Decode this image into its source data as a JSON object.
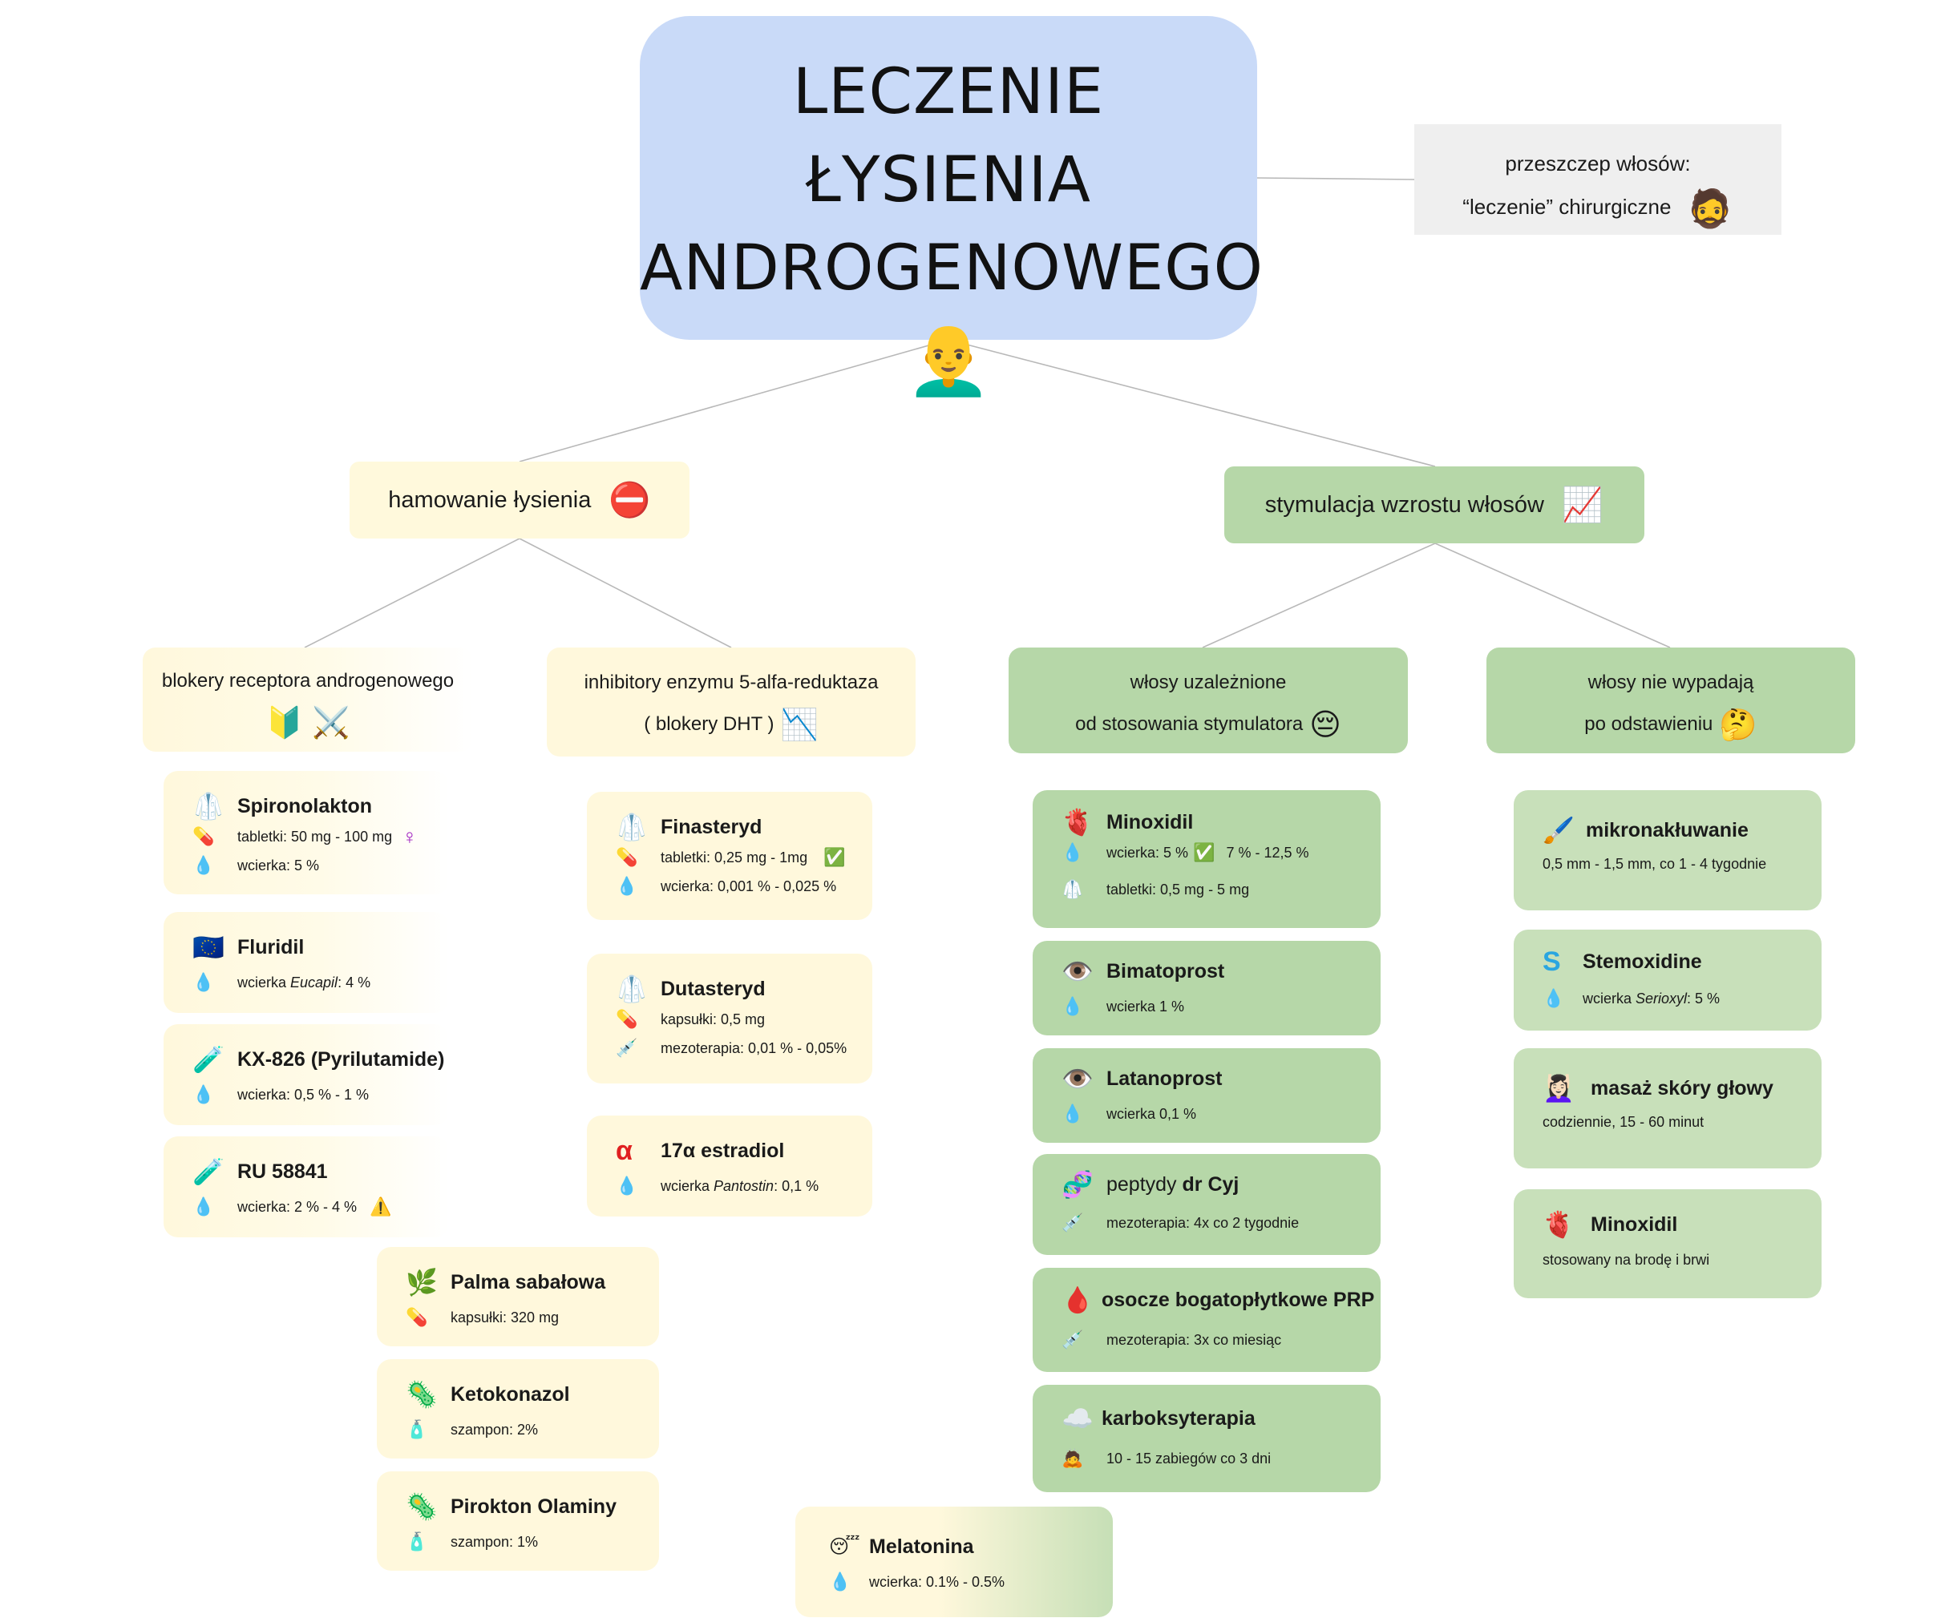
{
  "root": {
    "title_line1": "LECZENIE ŁYSIENIA",
    "title_line2": "ANDROGENOWEGO",
    "emoji": "👨‍🦲"
  },
  "side": {
    "line1": "przeszczep włosów:",
    "line2": "“leczenie” chirurgiczne",
    "emoji": "🧔"
  },
  "branches": {
    "inhibit": {
      "label": "hamowanie łysienia",
      "emoji": "⛔"
    },
    "stimulate": {
      "label": "stymulacja  wzrostu włosów",
      "emoji": "📈"
    }
  },
  "subs": {
    "blockers": {
      "line1": "blokery receptora androgenowego",
      "emoji": "🔰 ⚔️"
    },
    "inhibitors": {
      "line1": "inhibitory enzymu 5-alfa-reduktaza",
      "line2": "( blokery DHT )",
      "emoji": "📉"
    },
    "dependent": {
      "line1": "włosy uzależnione",
      "line2": "od stosowania stymulatora",
      "emoji": "😔"
    },
    "nofall": {
      "line1": "włosy nie wypadają",
      "line2": "po odstawieniu",
      "emoji": "🤔"
    }
  },
  "cards": {
    "spironolakton": {
      "icon": "🥼",
      "name": "Spironolakton",
      "r1_icon": "💊",
      "r1": "tabletki: 50 mg - 100 mg",
      "r1_extra": "♀",
      "r2_icon": "💧",
      "r2": "wcierka: 5 %"
    },
    "fluridil": {
      "icon": "🇪🇺",
      "name": "Fluridil",
      "r1_icon": "💧",
      "r1_pre": "wcierka ",
      "r1_it": "Eucapil",
      "r1_post": ": 4 %"
    },
    "kx826": {
      "icon": "🧪",
      "name": "KX-826 (Pyrilutamide)",
      "r1_icon": "💧",
      "r1": "wcierka: 0,5 % - 1 %"
    },
    "ru58841": {
      "icon": "🧪",
      "name": "RU 58841",
      "r1_icon": "💧",
      "r1": "wcierka: 2 % - 4 %",
      "r1_extra": "⚠️"
    },
    "finasteryd": {
      "icon": "🥼",
      "name": "Finasteryd",
      "r1_icon": "💊",
      "r1": "tabletki: 0,25 mg - 1mg",
      "r1_extra": "✅",
      "r2_icon": "💧",
      "r2": "wcierka: 0,001 % - 0,025 %"
    },
    "dutasteryd": {
      "icon": "🥼",
      "name": "Dutasteryd",
      "r1_icon": "💊",
      "r1": "kapsułki: 0,5 mg",
      "r2_icon": "💉",
      "r2": "mezoterapia: 0,01 % - 0,05%"
    },
    "estradiol": {
      "icon": "α",
      "name": "17α estradiol",
      "r1_icon": "💧",
      "r1_pre": "wcierka ",
      "r1_it": "Pantostin",
      "r1_post": ": 0,1 %"
    },
    "palma": {
      "icon": "🌿",
      "name": "Palma sabałowa",
      "r1_icon": "💊",
      "r1": "kapsułki: 320 mg"
    },
    "ketokonazol": {
      "icon": "🦠",
      "name": "Ketokonazol",
      "r1_icon": "🧴",
      "r1": "szampon: 2%"
    },
    "pirokton": {
      "icon": "🦠",
      "name": "Pirokton Olaminy",
      "r1_icon": "🧴",
      "r1": "szampon: 1%"
    },
    "melatonina": {
      "icon": "😴",
      "name": "Melatonina",
      "r1_icon": "💧",
      "r1": "wcierka: 0.1% - 0.5%"
    },
    "minoxidil": {
      "icon": "🫀",
      "name": "Minoxidil",
      "r1_icon": "💧",
      "r1": "wcierka: 5 %",
      "r1_extra": "✅",
      "r1_extra2": "7 % - 12,5 %",
      "r2_icon": "🥼",
      "r2": "tabletki: 0,5 mg - 5 mg"
    },
    "bimatoprost": {
      "icon": "👁️",
      "name": "Bimatoprost",
      "r1_icon": "💧",
      "r1": "wcierka 1 %"
    },
    "latanoprost": {
      "icon": "👁️",
      "name": "Latanoprost",
      "r1_icon": "💧",
      "r1": "wcierka 0,1 %"
    },
    "peptydy": {
      "icon": "🧬",
      "name_pre": "peptydy ",
      "name_bold": "dr Cyj",
      "r1_icon": "💉",
      "r1": "mezoterapia: 4x co 2 tygodnie"
    },
    "prp": {
      "icon": "🩸",
      "name": "osocze bogatopłytkowe PRP",
      "r1_icon": "💉",
      "r1": "mezoterapia: 3x co miesiąc"
    },
    "karboksy": {
      "icon": "☁️",
      "name": "karboksyterapia",
      "r1_icon": "🙇",
      "r1": "10 - 15 zabiegów co 3 dni"
    },
    "mikronakluwanie": {
      "icon": "🖌️",
      "name": "mikronakłuwanie",
      "r1": "0,5 mm - 1,5 mm, co 1 - 4 tygodnie"
    },
    "stemoxidine": {
      "icon": "S",
      "name": "Stemoxidine",
      "r1_icon": "💧",
      "r1_pre": "wcierka ",
      "r1_it": "Serioxyl",
      "r1_post": ": 5 %"
    },
    "masaz": {
      "icon": "💆🏻‍♀️",
      "name": "masaż skóry głowy",
      "r1": "codziennie, 15 - 60 minut"
    },
    "minoxidil2": {
      "icon": "🫀",
      "name": "Minoxidil",
      "r1": "stosowany na brodę i brwi"
    }
  },
  "colors": {
    "root": "#c9daf8",
    "side": "#efefef",
    "yellow": "#fff8dc",
    "green": "#b6d7a8",
    "connector": "#b0b0b0"
  }
}
